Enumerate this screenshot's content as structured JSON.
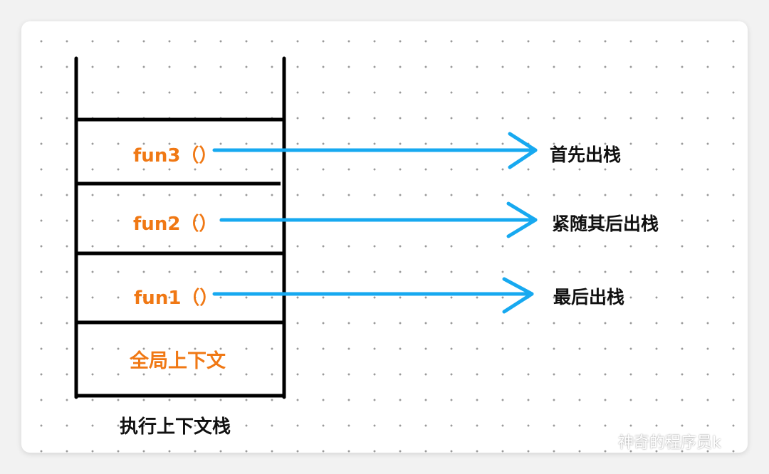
{
  "diagram": {
    "stack_label": "执行上下文栈",
    "frames": [
      {
        "label": "fun3（）",
        "action": "首先出栈"
      },
      {
        "label": "fun2（）",
        "action": "紧随其后出栈"
      },
      {
        "label": "fun1（）",
        "action": "最后出栈"
      }
    ],
    "global_context": "全局上下文",
    "colors": {
      "frame_text": "#f07814",
      "arrow": "#17a9f0",
      "stack_lines": "#000000"
    }
  },
  "watermark": {
    "icon": "wechat-icon",
    "text": "神奇的程序员k"
  }
}
